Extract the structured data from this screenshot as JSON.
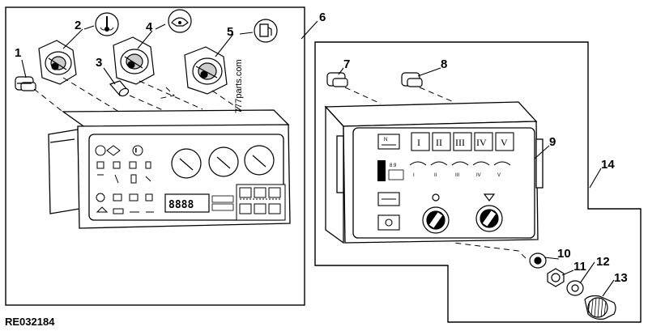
{
  "reference_code": "RE032184",
  "watermark": "777parts.com",
  "callouts": [
    {
      "id": "1",
      "label": "1"
    },
    {
      "id": "2",
      "label": "2"
    },
    {
      "id": "3",
      "label": "3"
    },
    {
      "id": "4",
      "label": "4"
    },
    {
      "id": "5",
      "label": "5"
    },
    {
      "id": "6",
      "label": "6"
    },
    {
      "id": "7",
      "label": "7"
    },
    {
      "id": "8",
      "label": "8"
    },
    {
      "id": "9",
      "label": "9"
    },
    {
      "id": "10",
      "label": "10"
    },
    {
      "id": "11",
      "label": "11"
    },
    {
      "id": "12",
      "label": "12"
    },
    {
      "id": "13",
      "label": "13"
    },
    {
      "id": "14",
      "label": "14"
    }
  ],
  "left_panel": {
    "display_digits": "8888",
    "gauge_icons": [
      "temperature-gauge-icon",
      "oil-pressure-gauge-icon",
      "fuel-gauge-icon"
    ]
  },
  "right_panel": {
    "gear_buttons": [
      "I",
      "II",
      "III",
      "IV",
      "V"
    ],
    "top_left_key_label": "N",
    "range_display": "8.9",
    "speed_markers": [
      "I",
      "II",
      "III",
      "IV",
      "V"
    ]
  }
}
